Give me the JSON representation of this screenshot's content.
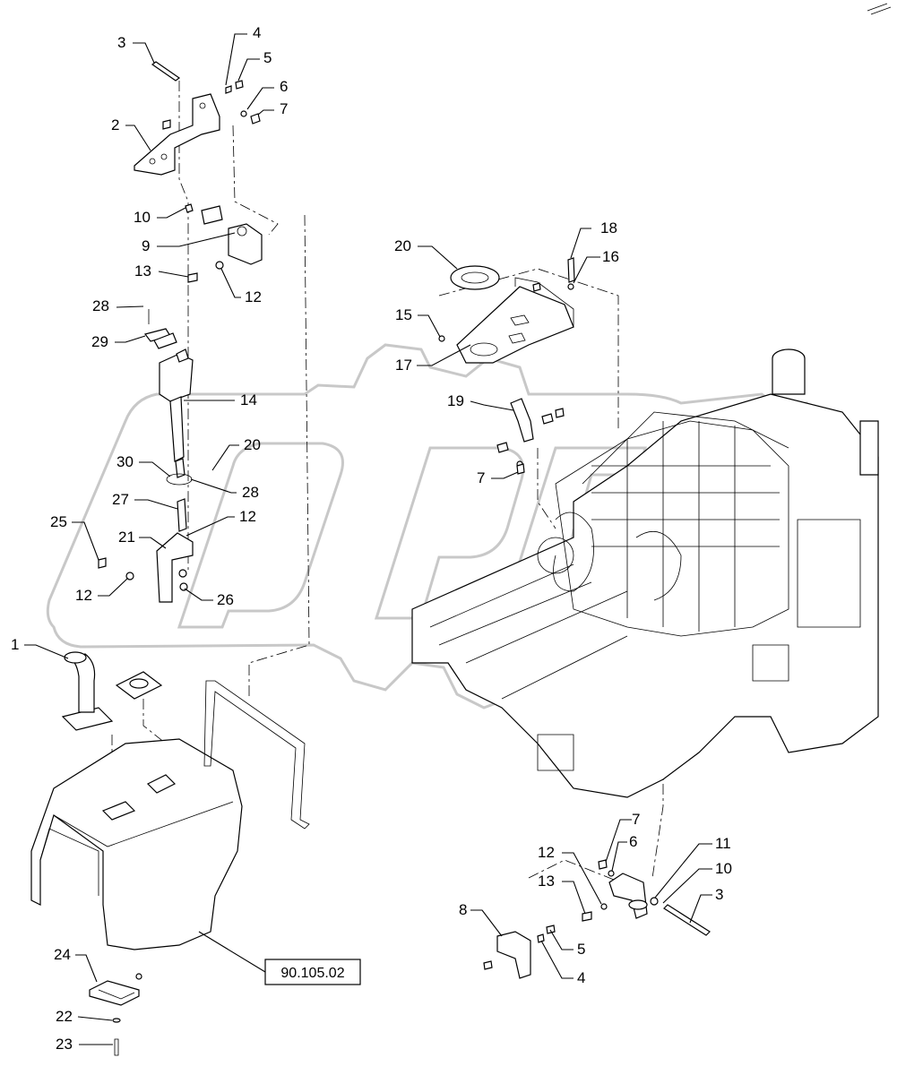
{
  "diagram": {
    "reference_box": "90.105.02",
    "watermark": "OPEN",
    "callouts": [
      {
        "id": "c3a",
        "text": "3"
      },
      {
        "id": "c4a",
        "text": "4"
      },
      {
        "id": "c5a",
        "text": "5"
      },
      {
        "id": "c6a",
        "text": "6"
      },
      {
        "id": "c7a",
        "text": "7"
      },
      {
        "id": "c2",
        "text": "2"
      },
      {
        "id": "c10a",
        "text": "10"
      },
      {
        "id": "c9",
        "text": "9"
      },
      {
        "id": "c13a",
        "text": "13"
      },
      {
        "id": "c12a",
        "text": "12"
      },
      {
        "id": "c28a",
        "text": "28"
      },
      {
        "id": "c29",
        "text": "29"
      },
      {
        "id": "c14",
        "text": "14"
      },
      {
        "id": "c20a",
        "text": "20"
      },
      {
        "id": "c30",
        "text": "30"
      },
      {
        "id": "c28b",
        "text": "28"
      },
      {
        "id": "c27",
        "text": "27"
      },
      {
        "id": "c12b",
        "text": "12"
      },
      {
        "id": "c25",
        "text": "25"
      },
      {
        "id": "c21",
        "text": "21"
      },
      {
        "id": "c12c",
        "text": "12"
      },
      {
        "id": "c26",
        "text": "26"
      },
      {
        "id": "c1",
        "text": "1"
      },
      {
        "id": "c24",
        "text": "24"
      },
      {
        "id": "c22",
        "text": "22"
      },
      {
        "id": "c23",
        "text": "23"
      },
      {
        "id": "c20b",
        "text": "20"
      },
      {
        "id": "c18",
        "text": "18"
      },
      {
        "id": "c16",
        "text": "16"
      },
      {
        "id": "c15",
        "text": "15"
      },
      {
        "id": "c17",
        "text": "17"
      },
      {
        "id": "c19",
        "text": "19"
      },
      {
        "id": "c7b",
        "text": "7"
      },
      {
        "id": "c7c",
        "text": "7"
      },
      {
        "id": "c6b",
        "text": "6"
      },
      {
        "id": "c11",
        "text": "11"
      },
      {
        "id": "c12d",
        "text": "12"
      },
      {
        "id": "c10b",
        "text": "10"
      },
      {
        "id": "c13b",
        "text": "13"
      },
      {
        "id": "c3b",
        "text": "3"
      },
      {
        "id": "c8",
        "text": "8"
      },
      {
        "id": "c5b",
        "text": "5"
      },
      {
        "id": "c4b",
        "text": "4"
      }
    ]
  }
}
